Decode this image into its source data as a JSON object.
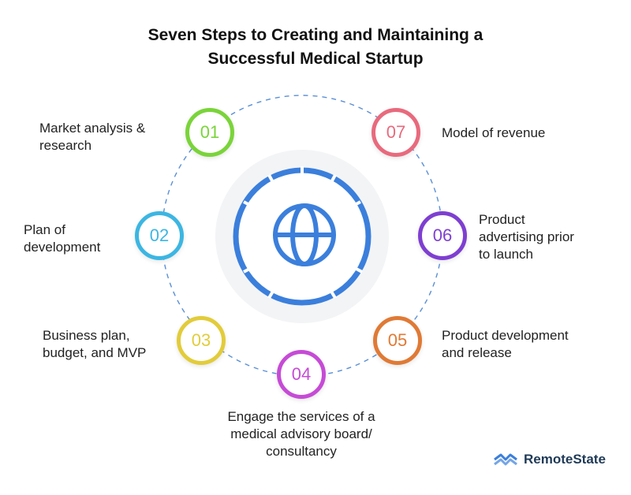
{
  "title_lines": [
    "Seven Steps to Creating and Maintaining a",
    "Successful Medical Startup"
  ],
  "center_icon": "globe-icon",
  "steps": [
    {
      "number": "01",
      "color": "#7ad43a",
      "label_lines": [
        "Market analysis &",
        "research"
      ]
    },
    {
      "number": "02",
      "color": "#3cb6e2",
      "label_lines": [
        "Plan of",
        "development"
      ]
    },
    {
      "number": "03",
      "color": "#e2cc3a",
      "label_lines": [
        "Business plan,",
        "budget, and MVP"
      ]
    },
    {
      "number": "04",
      "color": "#c64bd6",
      "label_lines": [
        "Engage the services of a",
        "medical advisory board/",
        "consultancy"
      ]
    },
    {
      "number": "05",
      "color": "#e07a35",
      "label_lines": [
        "Product development",
        "and release"
      ]
    },
    {
      "number": "06",
      "color": "#7e3fd1",
      "label_lines": [
        "Product",
        "advertising prior",
        "to launch"
      ]
    },
    {
      "number": "07",
      "color": "#e86a7d",
      "label_lines": [
        "Model of revenue"
      ]
    }
  ],
  "colors": {
    "ring": "#3b7fdc",
    "dashed_circle": "#5a8fd6",
    "brand_text": "#1f3a57",
    "brand_icon": "#3b7fdc"
  },
  "brand": {
    "name": "RemoteState",
    "icon": "remotestate-logo-icon"
  }
}
